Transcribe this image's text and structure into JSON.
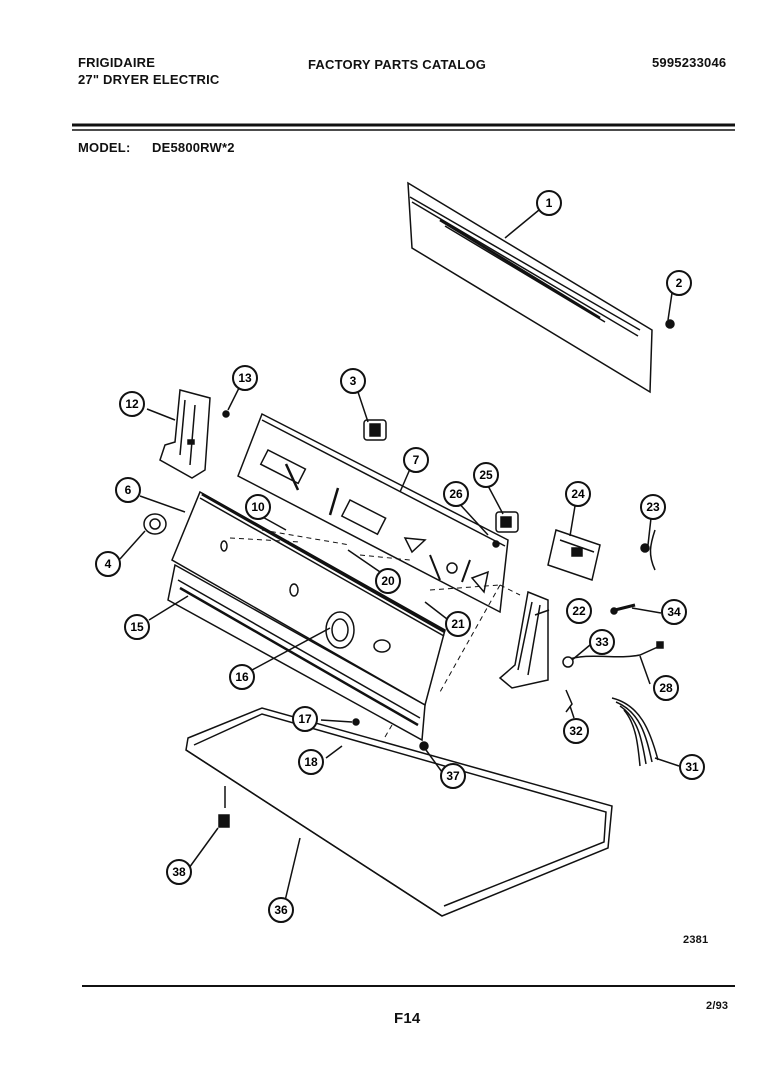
{
  "header": {
    "brand": "FRIGIDAIRE",
    "product": "27\" DRYER ELECTRIC",
    "catalog_title": "FACTORY PARTS CATALOG",
    "catalog_number": "5995233046",
    "model_label": "MODEL:",
    "model_value": "DE5800RW*2"
  },
  "callouts": [
    "1",
    "2",
    "3",
    "4",
    "6",
    "7",
    "10",
    "12",
    "13",
    "15",
    "16",
    "17",
    "18",
    "20",
    "21",
    "22",
    "23",
    "24",
    "25",
    "26",
    "28",
    "31",
    "32",
    "33",
    "34",
    "36",
    "37",
    "38"
  ],
  "footer": {
    "figure_code": "2381",
    "page_label": "F14",
    "date": "2/93"
  }
}
